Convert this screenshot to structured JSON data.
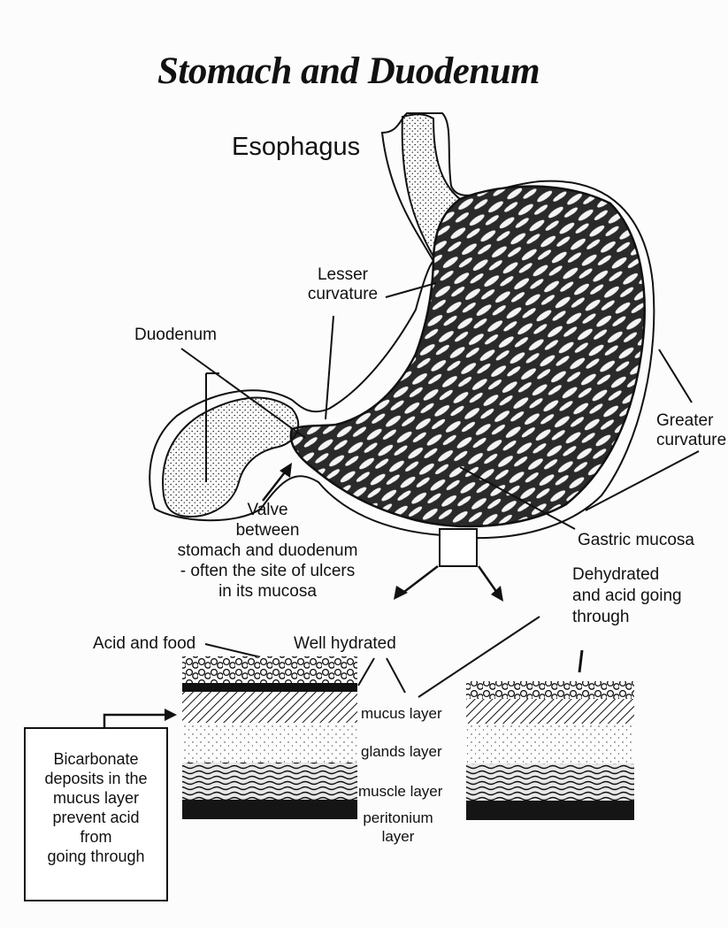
{
  "title": "Stomach and Duodenum",
  "labels": {
    "esophagus": "Esophagus",
    "lesser_curvature": [
      "Lesser",
      "curvature"
    ],
    "duodenum": "Duodenum",
    "greater_curvature": [
      "Greater",
      "curvature"
    ],
    "valve": [
      "Valve",
      "between",
      "stomach and duodenum",
      "- often the site of ulcers",
      "in its mucosa"
    ],
    "gastric_mucosa": "Gastric mucosa",
    "dehydrated": [
      "Dehydrated",
      "and acid going",
      "through"
    ],
    "acid_and_food": "Acid and food",
    "well_hydrated": "Well hydrated",
    "mucus_layer": "mucus layer",
    "glands_layer": "glands layer",
    "muscle_layer": "muscle layer",
    "peritonium_layer": [
      "peritonium",
      "layer"
    ],
    "bicarbonate": [
      "Bicarbonate",
      "deposits in the",
      "mucus layer",
      "prevent acid",
      "from",
      "going through"
    ]
  }
}
